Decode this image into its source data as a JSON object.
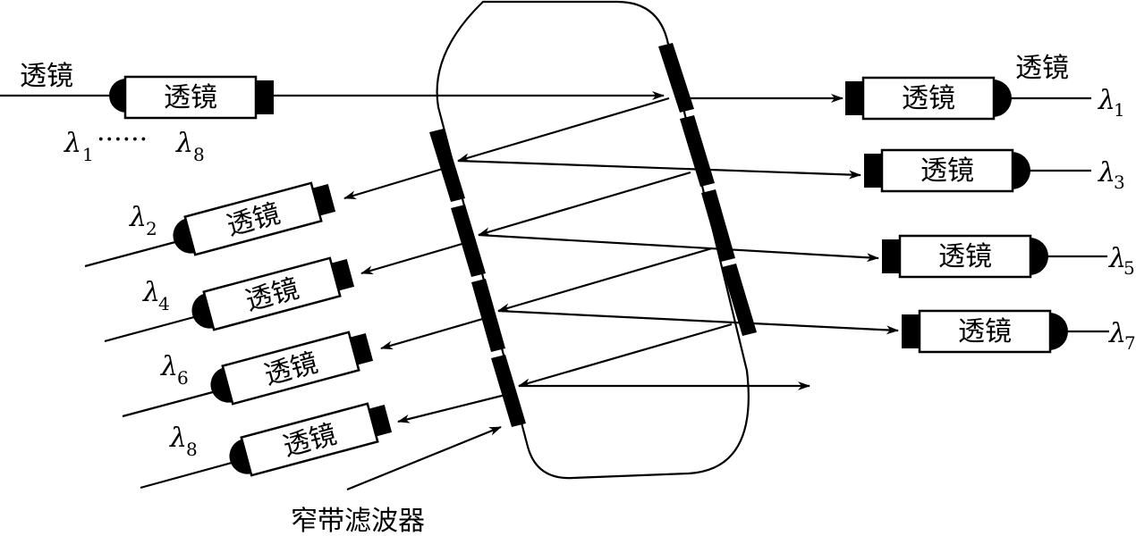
{
  "labels": {
    "lens_text": "透镜",
    "input_lens_label": "透镜",
    "output_lens_label": "透镜",
    "filter_label": "窄带滤波器",
    "input_range": {
      "start": "λ",
      "start_sub": "1",
      "dots": "······",
      "end": "λ",
      "end_sub": "8"
    }
  },
  "right_ports": [
    {
      "lambda": "λ",
      "sub": "1",
      "lens": "透镜"
    },
    {
      "lambda": "λ",
      "sub": "3",
      "lens": "透镜"
    },
    {
      "lambda": "λ",
      "sub": "5",
      "lens": "透镜"
    },
    {
      "lambda": "λ",
      "sub": "7",
      "lens": "透镜"
    }
  ],
  "left_ports": [
    {
      "lambda": "λ",
      "sub": "2",
      "lens": "透镜"
    },
    {
      "lambda": "λ",
      "sub": "4",
      "lens": "透镜"
    },
    {
      "lambda": "λ",
      "sub": "6",
      "lens": "透镜"
    },
    {
      "lambda": "λ",
      "sub": "8",
      "lens": "透镜"
    }
  ]
}
